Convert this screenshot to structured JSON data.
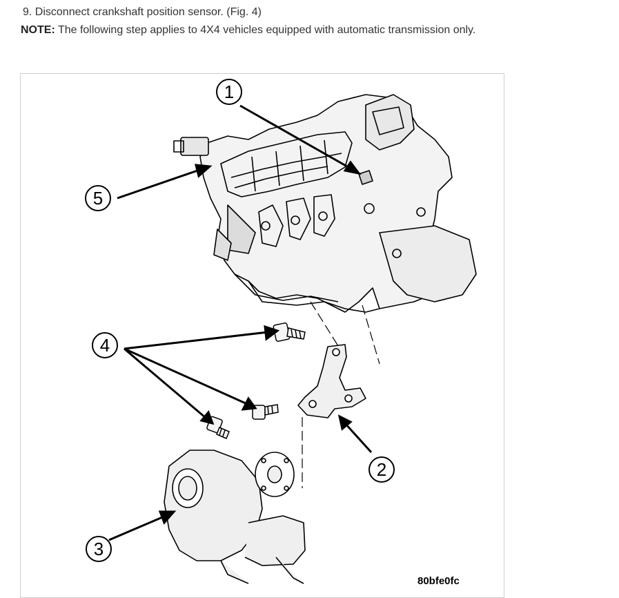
{
  "step": {
    "text": "9. Disconnect crankshaft position sensor. (Fig. 4)"
  },
  "note": {
    "label": "NOTE:",
    "text": " The following step applies to 4X4 vehicles equipped with automatic transmission only."
  },
  "figure": {
    "callouts": [
      "1",
      "2",
      "3",
      "4",
      "5"
    ],
    "figure_id": "80bfe0fc"
  }
}
